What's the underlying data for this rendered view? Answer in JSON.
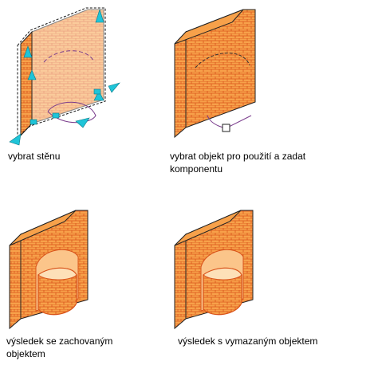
{
  "figures": [
    {
      "id": "select-wall",
      "caption_lines": [
        "vybrat stěnu"
      ]
    },
    {
      "id": "select-object",
      "caption_lines": [
        "vybrat objekt pro použití a zadat",
        "komponentu"
      ]
    },
    {
      "id": "result-kept",
      "caption_lines": [
        "výsledek se zachovaným",
        "objektem"
      ]
    },
    {
      "id": "result-erased",
      "caption_lines": [
        "výsledek s vymazaným objektem"
      ]
    }
  ],
  "colors": {
    "brick_fill": "#f7a14a",
    "brick_line": "#d9531a",
    "wall_edge": "#222222",
    "grip": "#1fc4d8",
    "curve": "#7a3c8c"
  }
}
